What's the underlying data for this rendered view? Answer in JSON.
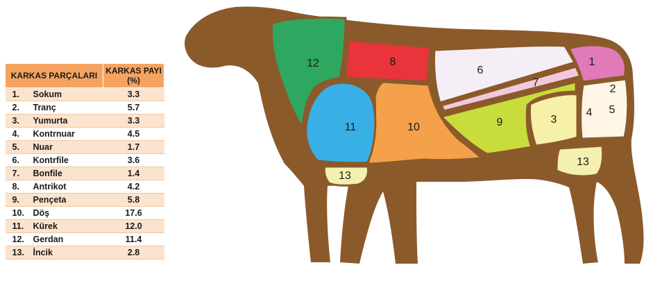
{
  "table": {
    "header_col1": "KARKAS PARÇALARI",
    "header_col2": "KARKAS PAYI (%)",
    "rows": [
      {
        "num": "1.",
        "name": "Sokum",
        "value": "3.3"
      },
      {
        "num": "2.",
        "name": "Tranç",
        "value": "5.7"
      },
      {
        "num": "3.",
        "name": "Yumurta",
        "value": "3.3"
      },
      {
        "num": "4.",
        "name": "Kontrnuar",
        "value": "4.5"
      },
      {
        "num": "5.",
        "name": "Nuar",
        "value": "1.7"
      },
      {
        "num": "6.",
        "name": "Kontrfile",
        "value": "3.6"
      },
      {
        "num": "7.",
        "name": "Bonfile",
        "value": "1.4"
      },
      {
        "num": "8.",
        "name": "Antrikot",
        "value": "4.2"
      },
      {
        "num": "9.",
        "name": "Pençeta",
        "value": "5.8"
      },
      {
        "num": "10.",
        "name": "Döş",
        "value": "17.6"
      },
      {
        "num": "11.",
        "name": "Kürek",
        "value": "12.0"
      },
      {
        "num": "12.",
        "name": "Gerdan",
        "value": "11.4"
      },
      {
        "num": "13.",
        "name": "İncik",
        "value": "2.8"
      }
    ]
  },
  "diagram": {
    "labels": {
      "r1": "1",
      "r2": "2",
      "r3": "3",
      "r4": "4",
      "r5": "5",
      "r6": "6",
      "r7": "7",
      "r8": "8",
      "r9": "9",
      "r10": "10",
      "r11": "11",
      "r12": "12",
      "r13a": "13",
      "r13b": "13"
    },
    "colors": {
      "body": "#8b5a2b",
      "r1": "#e07ab8",
      "r2": "#fff6e8",
      "r3": "#f6f0a8",
      "r6": "#f6eef6",
      "r7": "#f2c8dc",
      "r8": "#e8343a",
      "r9": "#c8dc3c",
      "r10": "#f5a04a",
      "r11": "#38b0e6",
      "r12": "#2ea860",
      "r13": "#f4f0b0"
    }
  }
}
